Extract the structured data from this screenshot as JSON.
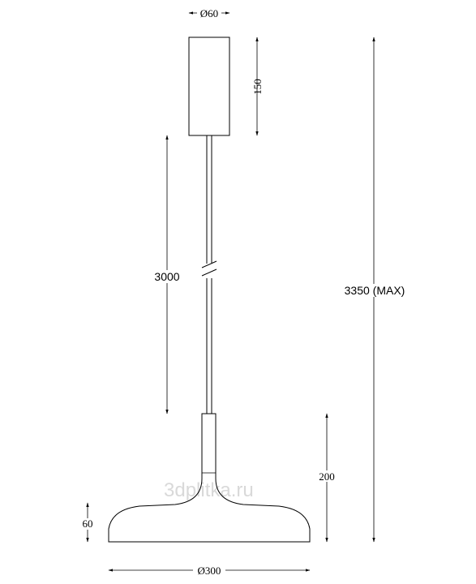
{
  "dimensions": {
    "canopy_diameter": "Ø60",
    "canopy_height": "150",
    "cable_length": "3000",
    "total_height": "3350 (MAX)",
    "body_height": "200",
    "shade_height": "60",
    "shade_diameter": "Ø300"
  },
  "watermark": "3dplitka.ru",
  "colors": {
    "stroke": "#000000",
    "watermark": "#d9d9d9",
    "background": "#ffffff"
  }
}
